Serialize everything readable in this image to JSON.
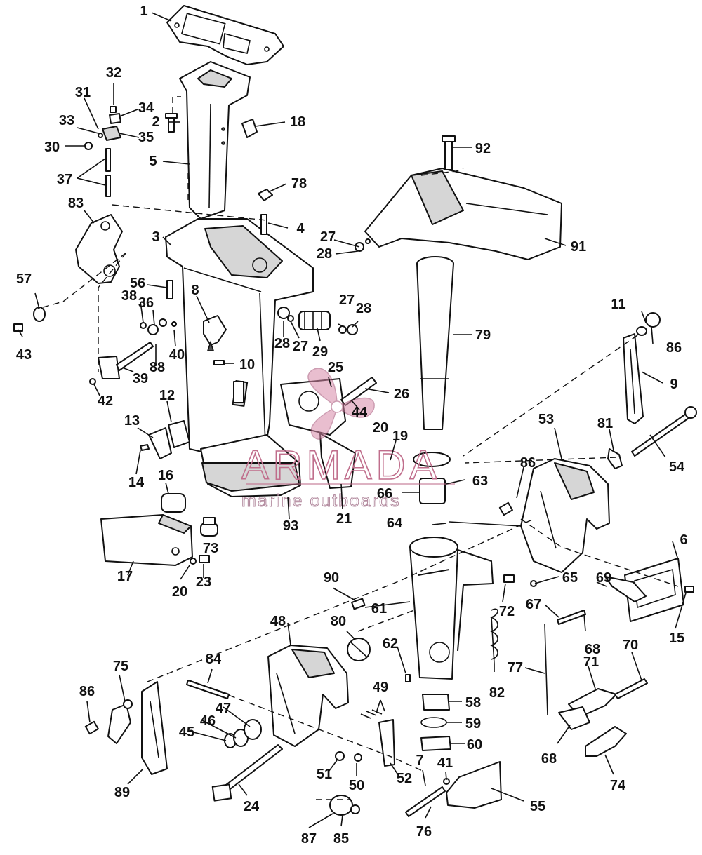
{
  "watermark": {
    "brand": "ARMADA",
    "tagline": "marine outboards",
    "color": "#c06e8c"
  },
  "callouts": [
    "1",
    "2",
    "3",
    "4",
    "5",
    "6",
    "7",
    "8",
    "9",
    "10",
    "11",
    "12",
    "13",
    "14",
    "15",
    "16",
    "17",
    "18",
    "19",
    "20",
    "20",
    "21",
    "23",
    "24",
    "25",
    "26",
    "27",
    "27",
    "27",
    "28",
    "28",
    "28",
    "29",
    "30",
    "31",
    "32",
    "33",
    "34",
    "35",
    "36",
    "37",
    "38",
    "39",
    "40",
    "41",
    "42",
    "43",
    "44",
    "45",
    "46",
    "47",
    "48",
    "49",
    "50",
    "51",
    "52",
    "53",
    "54",
    "55",
    "56",
    "57",
    "58",
    "59",
    "60",
    "61",
    "62",
    "63",
    "64",
    "65",
    "66",
    "67",
    "68",
    "68",
    "69",
    "70",
    "71",
    "72",
    "73",
    "74",
    "75",
    "76",
    "77",
    "78",
    "79",
    "80",
    "81",
    "82",
    "83",
    "84",
    "85",
    "86",
    "86",
    "86",
    "87",
    "88",
    "89",
    "90",
    "91",
    "92",
    "93"
  ]
}
